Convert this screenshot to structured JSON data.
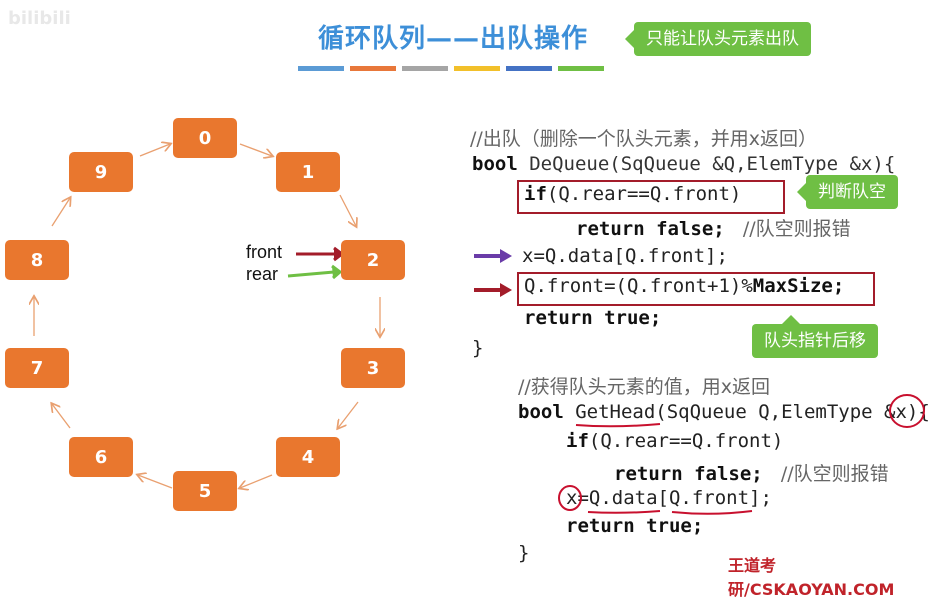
{
  "header": {
    "logo_text": "bilibili",
    "title": "循环队列——出队操作",
    "title_callout": "只能让队头元素出队",
    "color_bars": [
      "#5b9bd5",
      "#e8773a",
      "#a5a5a5",
      "#f2c02a",
      "#4472c4",
      "#6fbf44"
    ]
  },
  "diagram": {
    "nodes": [
      "0",
      "1",
      "2",
      "3",
      "4",
      "5",
      "6",
      "7",
      "8",
      "9"
    ],
    "front_label": "front",
    "rear_label": "rear",
    "node_color": "#e9772e",
    "front_arrow_color": "#a31c2a",
    "rear_arrow_color": "#6fbf44"
  },
  "code": {
    "c1": "//出队（删除一个队头元素，并用x返回）",
    "l1_kw": "bool",
    "l1_rest": " DeQueue(SqQueue &Q,ElemType &x){",
    "l2_kw": "if",
    "l2_rest": "(Q.rear==Q.front)",
    "l3_kw": "return false;",
    "l3_cm": "   //队空则报错",
    "l4": "x=Q.data[Q.front];",
    "l5_a": "Q.front=(Q.front+1)%",
    "l5_b": "MaxSize;",
    "l6_kw": "return true;",
    "l7": "}",
    "c2": "//获得队头元素的值，用x返回",
    "g1_kw": "bool",
    "g1_rest": " GetHead(SqQueue Q,ElemType &x){",
    "g2_kw": "if",
    "g2_rest": "(Q.rear==Q.front)",
    "g3_kw": "return false;",
    "g3_cm": "   //队空则报错",
    "g4": "x=Q.data[Q.front];",
    "g5_kw": "return true;",
    "g6": "}"
  },
  "callouts": {
    "empty_check": "判断队空",
    "move_front": "队头指针后移"
  },
  "watermark": "王道考研/CSKAOYAN.COM"
}
